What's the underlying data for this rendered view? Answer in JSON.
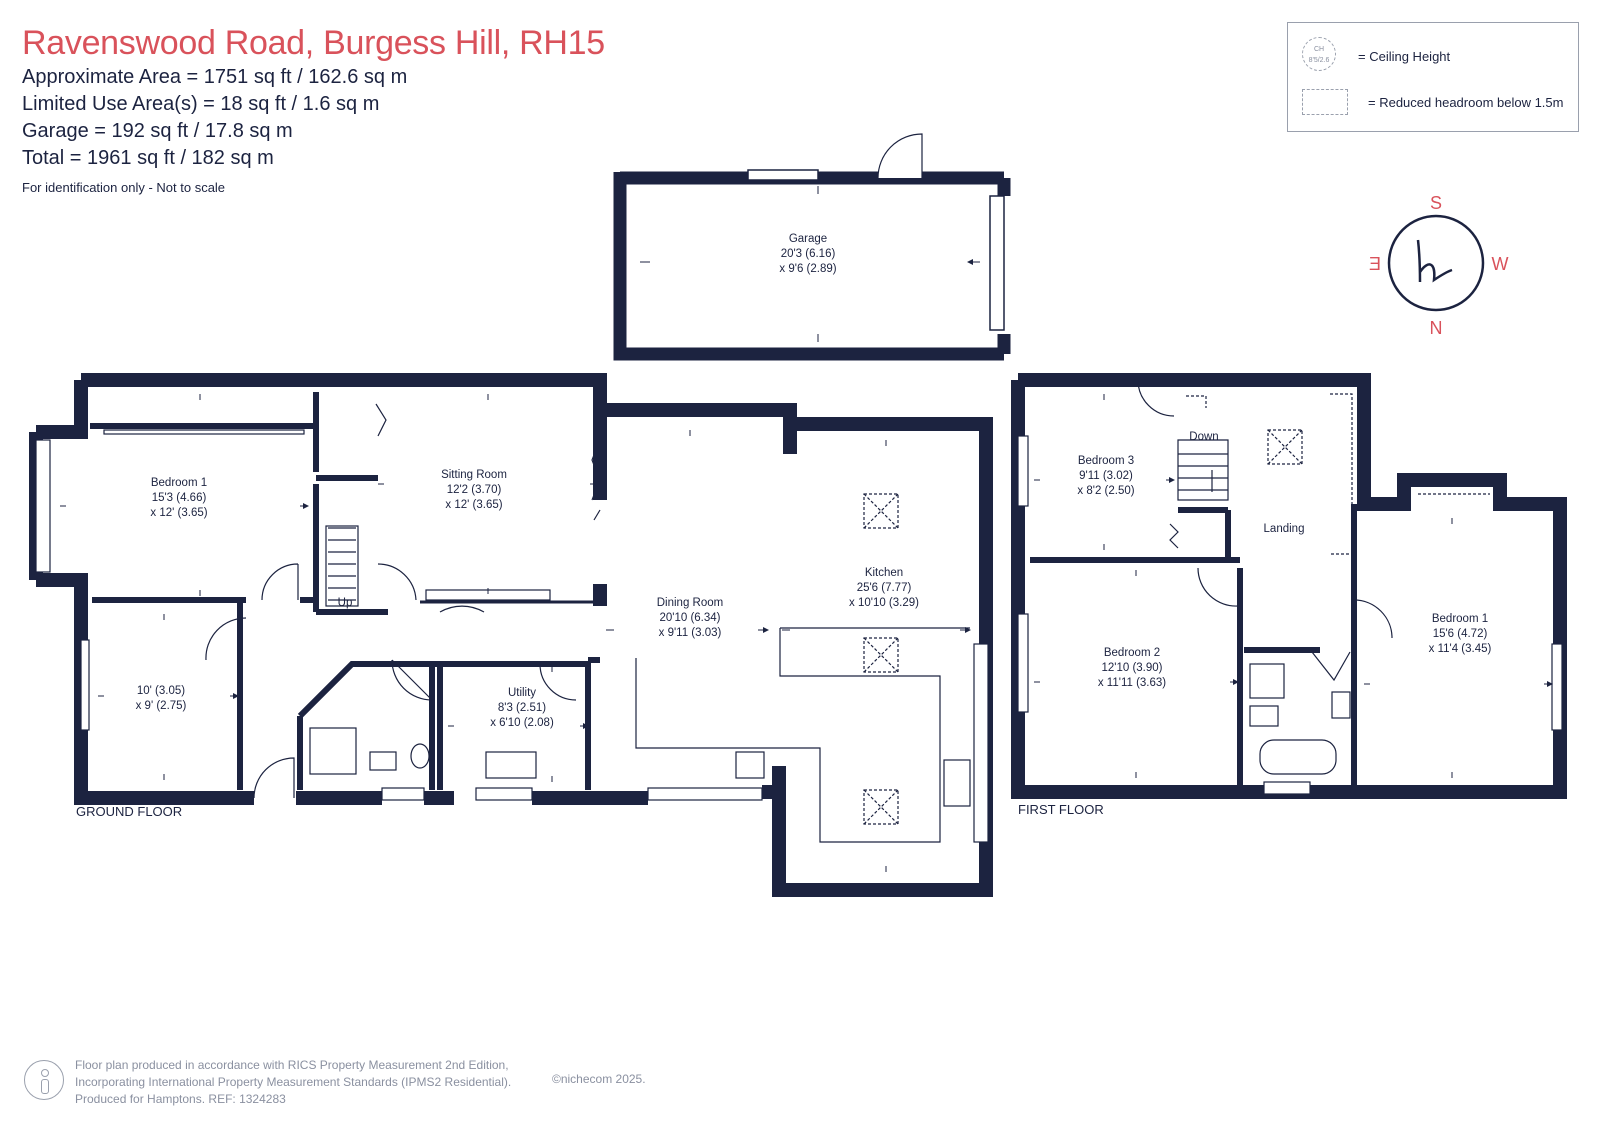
{
  "header": {
    "title": "Ravenswood Road, Burgess Hill, RH15",
    "approx_area": "Approximate Area = 1751 sq ft / 162.6 sq m",
    "limited_area": "Limited Use Area(s) = 18 sq ft / 1.6 sq m",
    "garage_area": "Garage = 192 sq ft / 17.8 sq m",
    "total_area": "Total = 1961 sq ft / 182 sq m",
    "note": "For identification only - Not to scale"
  },
  "legend": {
    "ceiling_symbol": "CH\n8'5\"/2.6",
    "ceiling_label": "= Ceiling Height",
    "reduced_label": "= Reduced headroom below 1.5m"
  },
  "compass": {
    "n": "N",
    "s": "S",
    "e": "E",
    "w": "W",
    "logo": "h"
  },
  "colors": {
    "wall": "#1c2340",
    "title": "#d9525b",
    "text": "#1c2340",
    "grey": "#8a90a0"
  },
  "garage": {
    "name": "Garage",
    "dim1": "20'3 (6.16)",
    "dim2": "x 9'6 (2.89)"
  },
  "ground_floor": {
    "label": "GROUND FLOOR",
    "stair": "Up",
    "rooms": {
      "bedroom1": {
        "name": "Bedroom 1",
        "dim1": "15'3 (4.66)",
        "dim2": "x 12' (3.65)"
      },
      "sitting": {
        "name": "Sitting Room",
        "dim1": "12'2 (3.70)",
        "dim2": "x 12' (3.65)"
      },
      "room": {
        "dim1": "10' (3.05)",
        "dim2": "x 9' (2.75)"
      },
      "dining": {
        "name": "Dining Room",
        "dim1": "20'10 (6.34)",
        "dim2": "x 9'11 (3.03)"
      },
      "kitchen": {
        "name": "Kitchen",
        "dim1": "25'6 (7.77)",
        "dim2": "x 10'10 (3.29)"
      },
      "utility": {
        "name": "Utility",
        "dim1": "8'3 (2.51)",
        "dim2": "x 6'10 (2.08)"
      }
    }
  },
  "first_floor": {
    "label": "FIRST FLOOR",
    "stair": "Down",
    "landing": "Landing",
    "rooms": {
      "bedroom3": {
        "name": "Bedroom 3",
        "dim1": "9'11 (3.02)",
        "dim2": "x 8'2 (2.50)"
      },
      "bedroom2": {
        "name": "Bedroom 2",
        "dim1": "12'10 (3.90)",
        "dim2": "x 11'11 (3.63)"
      },
      "bedroom1": {
        "name": "Bedroom 1",
        "dim1": "15'6 (4.72)",
        "dim2": "x 11'4 (3.45)"
      }
    }
  },
  "footer": {
    "line1": "Floor plan produced in accordance with RICS Property Measurement 2nd Edition,",
    "line2": "Incorporating International Property Measurement Standards (IPMS2 Residential).",
    "line3": "Produced for Hamptons.   REF:  1324283",
    "copyright": "©nichecom 2025."
  }
}
